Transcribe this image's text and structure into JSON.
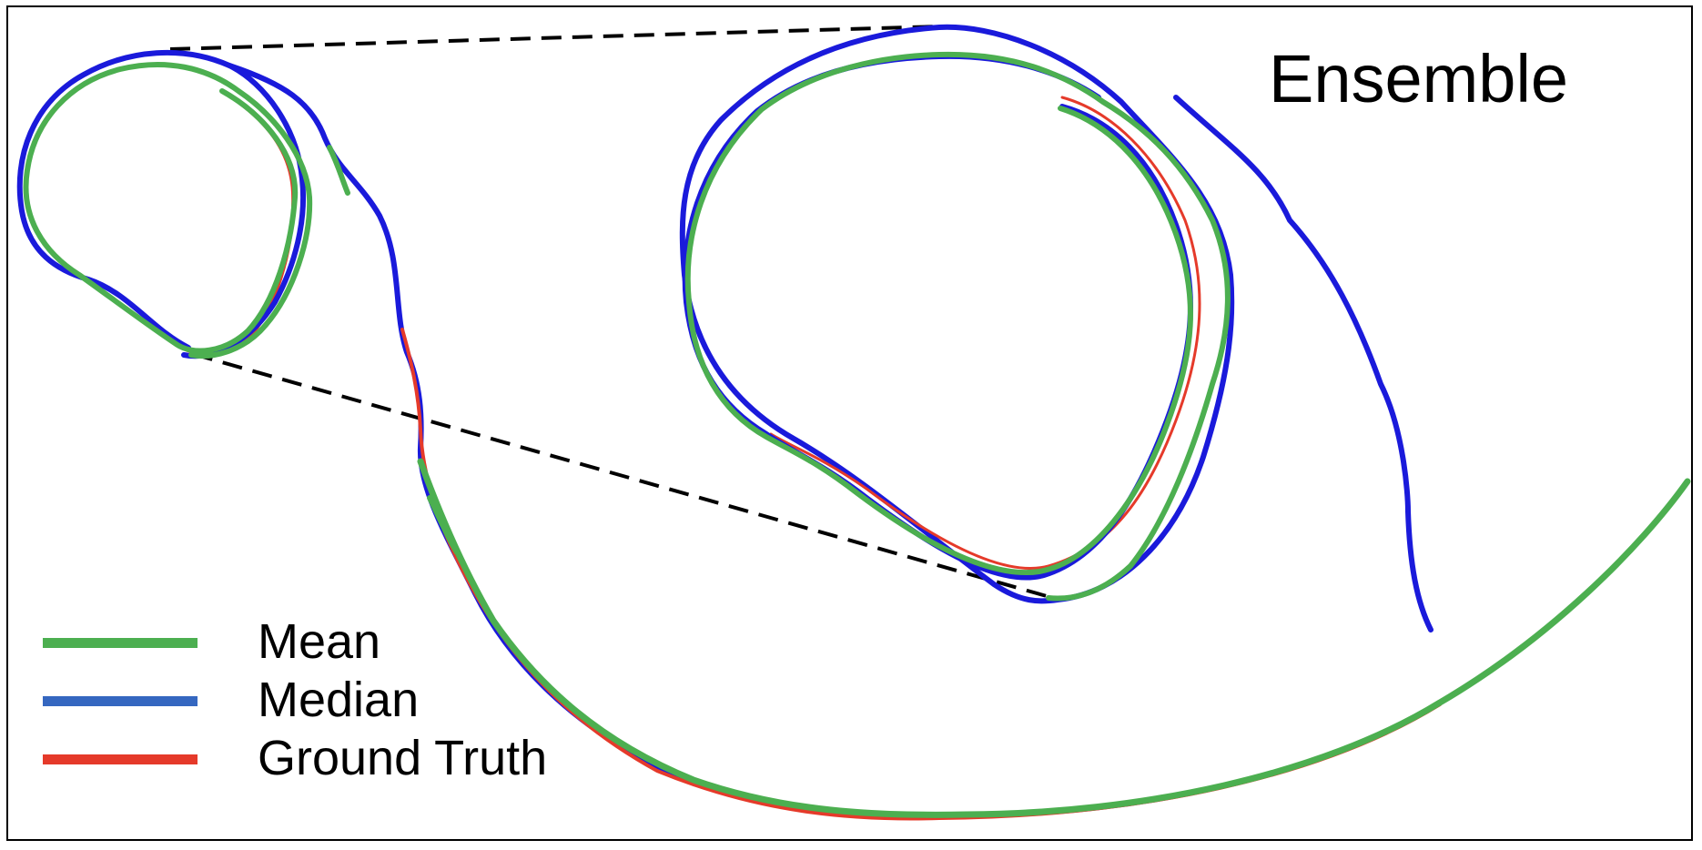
{
  "title": "Ensemble",
  "legend": [
    {
      "label": "Mean",
      "color": "#4caf50"
    },
    {
      "label": "Median",
      "color": "#3567c0"
    },
    {
      "label": "Ground Truth",
      "color": "#e53a2a"
    }
  ],
  "colors": {
    "mean": "#4caf50",
    "median": "#1a1adb",
    "ground_truth": "#e53a2a",
    "zoom_connector": "#000000"
  }
}
